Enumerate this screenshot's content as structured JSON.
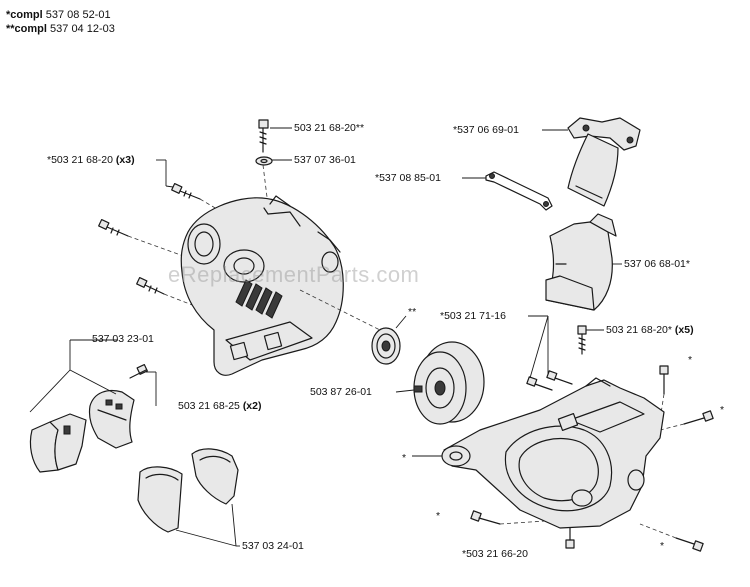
{
  "header": {
    "line1_prefix": "*compl",
    "line1_code": "537 08 52-01",
    "line2_prefix": "**compl",
    "line2_code": "537 04 12-03"
  },
  "watermark": "eReplacementParts.com",
  "labels": {
    "bolt_top": "503 21 68-20**",
    "washer_top": "537 07 36-01",
    "bolt_left": "*503 21 68-20",
    "bolt_left_qty": "(x3)",
    "bracket_top_right": "*537 06 69-01",
    "spring_plate": "*537 08 85-01",
    "cover_right": "537 06 68-01*",
    "bearing_star": "**",
    "bolt_pair": "*503 21 71-16",
    "bolt_right": "503 21 68-20*",
    "bolt_right_qty": "(x5)",
    "clamp_left": "537 03 23-01",
    "screw_left": "503 21 68-25",
    "screw_left_qty": "(x2)",
    "drum": "503 87 26-01",
    "clamp_bottom": "537 03 24-01",
    "bolt_bottom": "*503 21 66-20",
    "star_small_1": "*",
    "star_small_2": "*",
    "star_small_3": "*",
    "star_small_4": "*",
    "star_small_5": "*"
  }
}
